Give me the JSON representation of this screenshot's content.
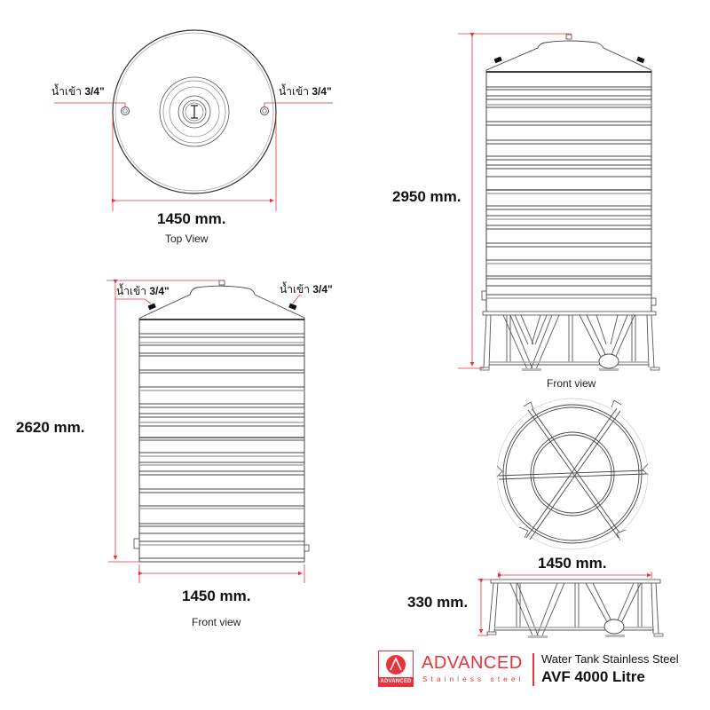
{
  "top_view": {
    "inlet_left": {
      "label": "น้ำเข้า",
      "size": "3/4\""
    },
    "inlet_right": {
      "label": "น้ำเข้า",
      "size": "3/4\""
    },
    "width_dim": "1450 mm.",
    "caption": "Top View"
  },
  "front_view_tank": {
    "inlet_left": {
      "label": "น้ำเข้า",
      "size": "3/4\""
    },
    "inlet_right": {
      "label": "น้ำเข้า",
      "size": "3/4\""
    },
    "height_dim": "2620 mm.",
    "width_dim": "1450 mm.",
    "caption": "Front view"
  },
  "front_view_stand": {
    "height_dim": "2950 mm.",
    "caption": "Front view"
  },
  "stand_top_view": {
    "width_dim": "1450 mm."
  },
  "stand_side_view": {
    "height_dim": "330 mm."
  },
  "brand": {
    "logo_text": "ADVANCED",
    "name": "ADVANCED",
    "tagline": "Stainless  steel",
    "product_line": "Water Tank Stainless Steel",
    "model": "AVF 4000 Litre"
  },
  "colors": {
    "dimension_line": "#e8323c",
    "outline": "#444444",
    "brand_red": "#e8323c"
  }
}
